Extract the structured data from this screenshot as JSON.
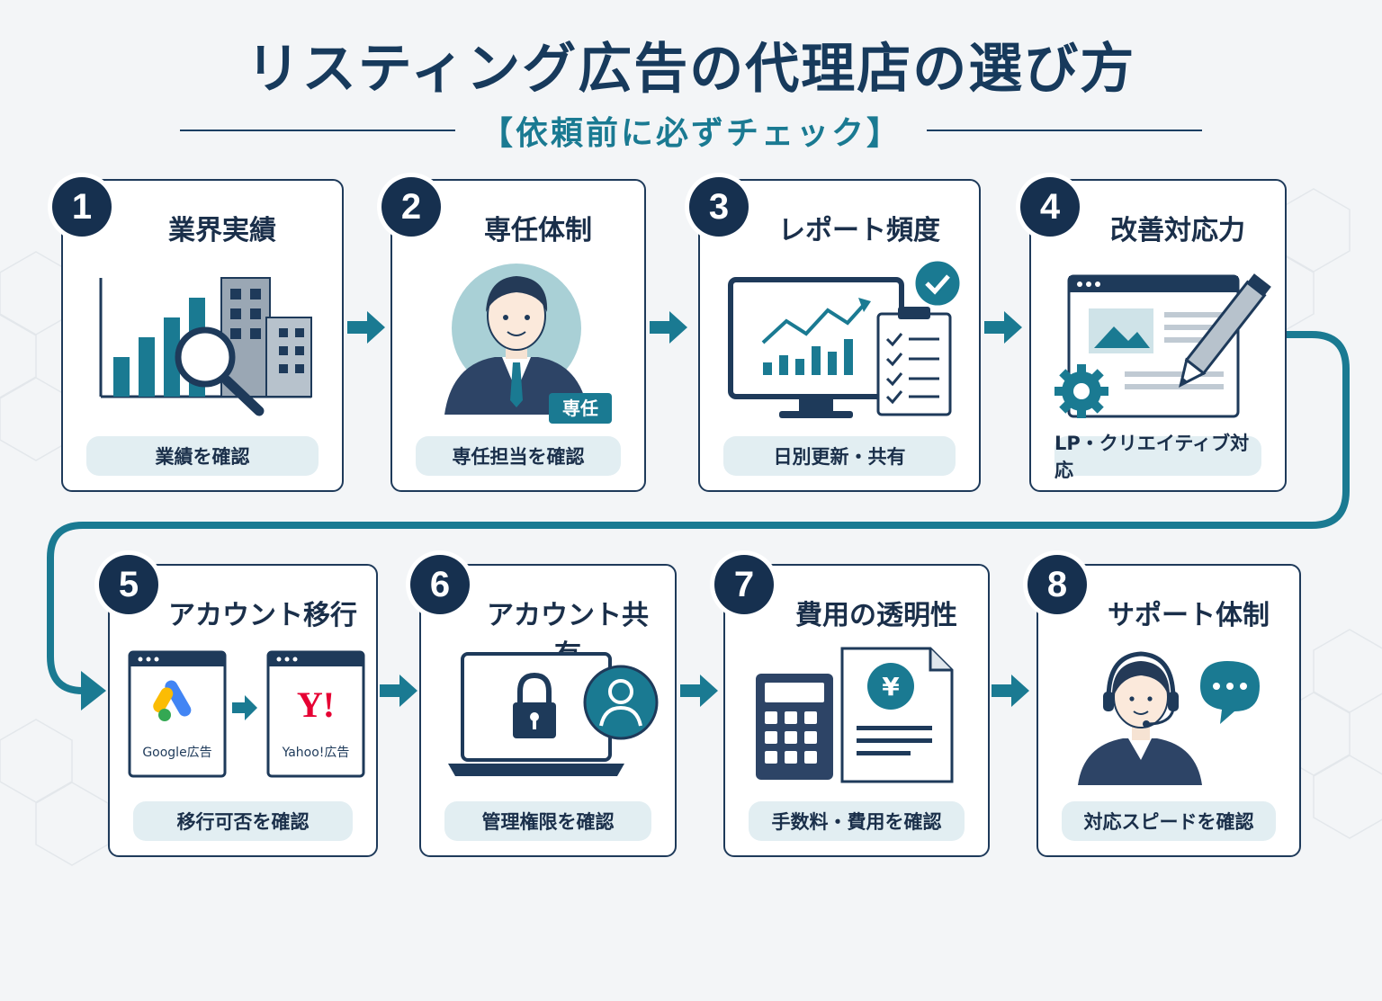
{
  "title": "リスティング広告の代理店の選び方",
  "subtitle": "【依頼前に必ずチェック】",
  "colors": {
    "navy": "#16304f",
    "teal": "#1a7a92",
    "pill_bg": "#e2eef2",
    "yahoo_red": "#e60033"
  },
  "steps": [
    {
      "number": "1",
      "title": "業界実績",
      "check": "業績を確認",
      "icon": "chart-buildings-magnifier-icon"
    },
    {
      "number": "2",
      "title": "専任体制",
      "check": "専任担当を確認",
      "icon": "businessman-icon",
      "tag": "専任"
    },
    {
      "number": "3",
      "title": "レポート頻度",
      "check": "日別更新・共有",
      "icon": "monitor-report-checklist-icon"
    },
    {
      "number": "4",
      "title": "改善対応力",
      "check": "LP・クリエイティブ対応",
      "icon": "webpage-gear-pencil-icon"
    },
    {
      "number": "5",
      "title": "アカウント移行",
      "check": "移行可否を確認",
      "icon": "account-migration-icon",
      "from_label": "Google広告",
      "to_label": "Yahoo!広告",
      "yahoo_logo": "Y!"
    },
    {
      "number": "6",
      "title": "アカウント共有",
      "check": "管理権限を確認",
      "icon": "laptop-lock-user-icon"
    },
    {
      "number": "7",
      "title": "費用の透明性",
      "check": "手数料・費用を確認",
      "icon": "calculator-invoice-icon",
      "currency": "¥"
    },
    {
      "number": "8",
      "title": "サポート体制",
      "check": "対応スピードを確認",
      "icon": "support-headset-icon"
    }
  ]
}
